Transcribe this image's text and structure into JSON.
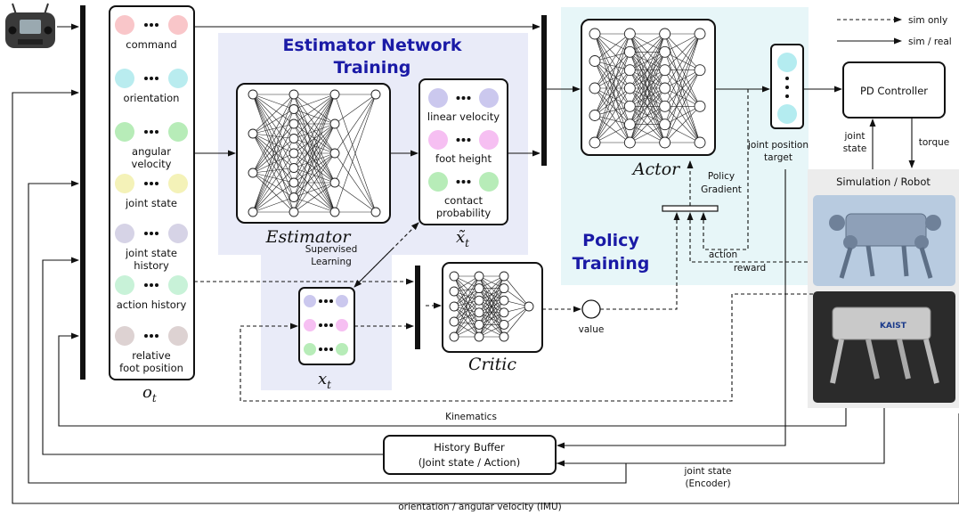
{
  "title_estimator_line1": "Estimator Network",
  "title_estimator_line2": "Training",
  "title_policy_line1": "Policy",
  "title_policy_line2": "Training",
  "legend": {
    "sim_only": "sim only",
    "sim_real": "sim / real"
  },
  "observation": {
    "items": [
      {
        "label": "command",
        "color": "#f9c6c9"
      },
      {
        "label": "orientation",
        "color": "#b9ecef"
      },
      {
        "label_l1": "angular",
        "label_l2": "velocity",
        "color": "#b7ecb8"
      },
      {
        "label": "joint state",
        "color": "#f4f2b8"
      },
      {
        "label_l1": "joint state",
        "label_l2": "history",
        "color": "#d6d3e6"
      },
      {
        "label": "action history",
        "color": "#c8f2d8"
      },
      {
        "label_l1": "relative",
        "label_l2": "foot position",
        "color": "#ddd2d2"
      }
    ],
    "symbol_main": "o",
    "symbol_sub": "t"
  },
  "estimator": {
    "label": "Estimator"
  },
  "estimate": {
    "items": [
      {
        "label": "linear velocity",
        "color": "#cbc8ee"
      },
      {
        "label": "foot height",
        "color": "#f6bff2"
      },
      {
        "label_l1": "contact",
        "label_l2": "probability",
        "color": "#b7ecb8"
      }
    ],
    "symbol": "x̃",
    "sub": "t"
  },
  "true_state": {
    "symbol": "x",
    "sub": "t"
  },
  "supervised": {
    "l1": "Supervised",
    "l2": "Learning"
  },
  "actor": {
    "label": "Actor"
  },
  "critic": {
    "label": "Critic"
  },
  "joint_target": {
    "l1": "joint position",
    "l2": "target"
  },
  "policy_gradient": {
    "l1": "Policy",
    "l2": "Gradient"
  },
  "action_label": "action",
  "reward_label": "reward",
  "value_label": "value",
  "pd_controller": "PD Controller",
  "joint_state_fb": {
    "l1": "joint",
    "l2": "state"
  },
  "torque_label": "torque",
  "sim_robot": "Simulation / Robot",
  "kinematics": "Kinematics",
  "history_buffer": {
    "l1": "History Buffer",
    "l2": "(Joint state / Action)"
  },
  "joint_state_encoder": {
    "l1": "joint state",
    "l2": "(Encoder)"
  },
  "imu_label": "orientation / angular velocity (IMU)",
  "robot_badge": "KAIST"
}
